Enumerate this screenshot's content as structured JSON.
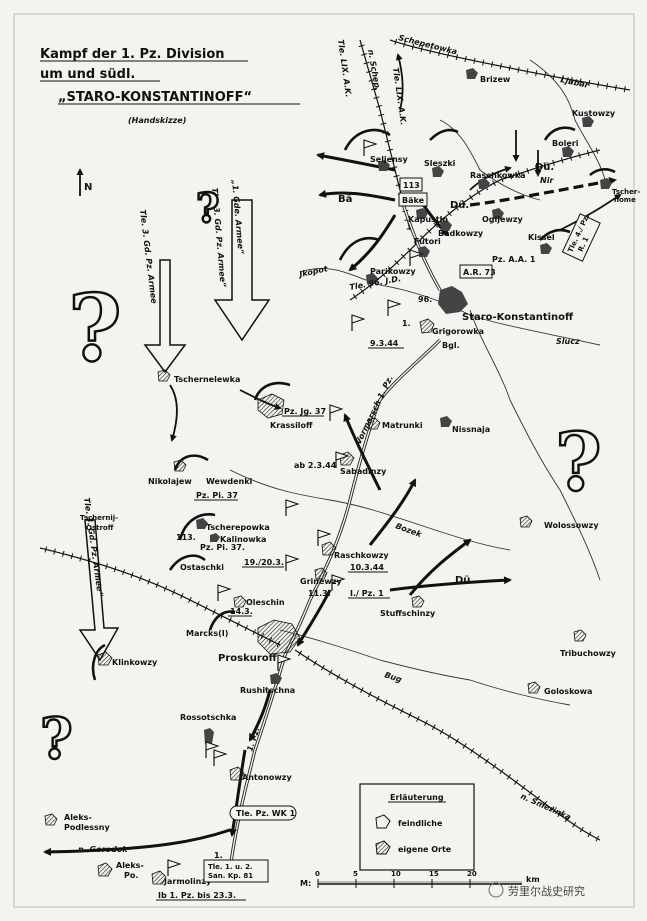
{
  "title": {
    "line1": "Kampf der 1. Pz. Division",
    "line2": "um und südl.",
    "line3": "„STARO-KONSTANTINOFF“",
    "subtitle": "(Handskizze)"
  },
  "north": "N",
  "towns": {
    "staro": "Staro-Konstantinoff",
    "proskuroff": "Proskuroff",
    "grigorowka": "Grigorowka",
    "sabadinzy": "Sabadinzy",
    "matrunki": "Matrunki",
    "nissnaja": "Nissnaja",
    "krassiloff": "Krassiloff",
    "tschernelewka": "Tschernelewka",
    "nikolajew": "Nikolajew",
    "wewdenki": "Wewdenki",
    "tscherepowka": "Tscherepowka",
    "kalinowka": "Kalinowka",
    "ostaschki": "Ostaschki",
    "tschernij_1": "Tschernij-",
    "tschernij_2": "Ostroff",
    "raschkowzy": "Raschkowzy",
    "grinewzy": "Grinewzy",
    "stuffschinzy": "Stuffschinzy",
    "oleschin": "Oleschin",
    "klinkowzy": "Klinkowzy",
    "rushitschna": "Rushitschna",
    "rossotschka": "Rossotschka",
    "antonowzy": "Antonowzy",
    "aleks_podl_1": "Aleks-",
    "aleks_podl_2": "Podlessny",
    "aleks_po_1": "Aleks-",
    "aleks_po_2": "Po.",
    "jarmolinzy": "Jarmolinzy",
    "wolossowzy": "Wolossowzy",
    "tribuchowzy": "Tribuchowzy",
    "goloskowa": "Goloskowa",
    "parikowzy": "Parikowzy",
    "kapustin": "Kapustin",
    "futori": "Futori",
    "badkowzy": "Badkowzy",
    "raschkowka": "Raschkowka",
    "ogijewzy": "Ogijewzy",
    "kissel": "Kissel",
    "boleri": "Boleri",
    "kustowzy": "Kustowzy",
    "brizew": "Brizew",
    "seljenzy": "Seljensy",
    "sleszki": "Sleszki",
    "tschernoje": "Tscher-",
    "tschernoje2": "nome"
  },
  "rivers": {
    "slucz": "Slucz",
    "bozek": "Bozek",
    "bug": "Bug"
  },
  "directions": {
    "n_schep": "n. Schep.",
    "schepetowka": "Schepetowka",
    "ljubar": "Ljubar",
    "jkopot": "Jkopot",
    "n_gorodok": "n. Gorodok",
    "n_smerinka": "n. Smerinka"
  },
  "units": {
    "lix_ak_1": "Tle. LIX. A.K.",
    "lix_ak_2": "Tle. LIX. A.K.",
    "gd_armee_1": "Tle. 3. Gd. Pz. Armee",
    "bde_armee_1": "„1. Gde. Armee“",
    "bde_armee_2": "Tle. 3. Gd. Pz. Armee“",
    "gd_armee_3": "Tle. 3. Gd. Pz. Armee“",
    "bake": "Bäke",
    "ba": "Bä",
    "du1": "Dü.",
    "du2": "Dü.",
    "du3": "Dü.",
    "nir": "Nir",
    "u113": "113",
    "u113b": "113.",
    "pz_aa1": "Pz. A.A. 1",
    "ar73": "A.R. 73",
    "tle96": "Tle. 96. J.D.",
    "u96": "96.",
    "u1a": "1.",
    "date_9344": "9.3.44",
    "bgl": "Bgl.",
    "vormarsch": "Vormarsch 1. Pz.",
    "pzjg37": "Pz. Jg. 37",
    "ab2344": "ab 2.3.44",
    "pzpi37a": "Pz. Pi. 37",
    "pzpi37b": "Pz. Pi. 37.",
    "date_19203": "19./20.3.",
    "date_10344": "10.3.44",
    "date_113": "11.3.",
    "date_143": "14.3.",
    "i_pz1": "I./ Pz. 1",
    "marcksh": "Marcks(I)",
    "pz1_rd": "1. Pz.",
    "tle_pz_wk1": "Tle. Pz. WK 1",
    "u1b": "1.",
    "tle_gren_1": "Tle. 1. u. 2.",
    "tle_gren_2": "San. Kp. 81",
    "ib_bis": "Ib 1. Pz. bis 23.3.",
    "tle_pz4r_1": "Tle. 4./ Pz.",
    "tle_pz4r_2": "R. 1"
  },
  "legend": {
    "title": "Erläuterung",
    "enemy": "feindliche",
    "own": "eigene Orte"
  },
  "scale": {
    "label": "M:",
    "ticks": [
      "0",
      "5",
      "10",
      "15",
      "20"
    ],
    "unit": "km"
  },
  "watermark": "劳里尔战史研究",
  "question_mark": "?"
}
